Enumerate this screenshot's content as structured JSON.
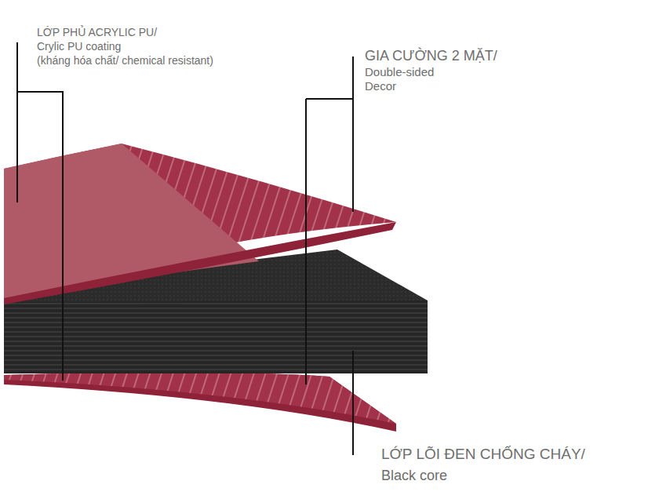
{
  "diagram": {
    "labels": [
      "LỚP PHỦ ACRYLIC PU/",
      "Crylic PU coating",
      "(kháng hóa chất/ chemical resistant)",
      "GIA CƯỜNG 2 MẶT/",
      "Double-sided Decor",
      "LỚP LÕI ĐEN CHỐNG CHÁY/",
      "Black core"
    ]
  }
}
